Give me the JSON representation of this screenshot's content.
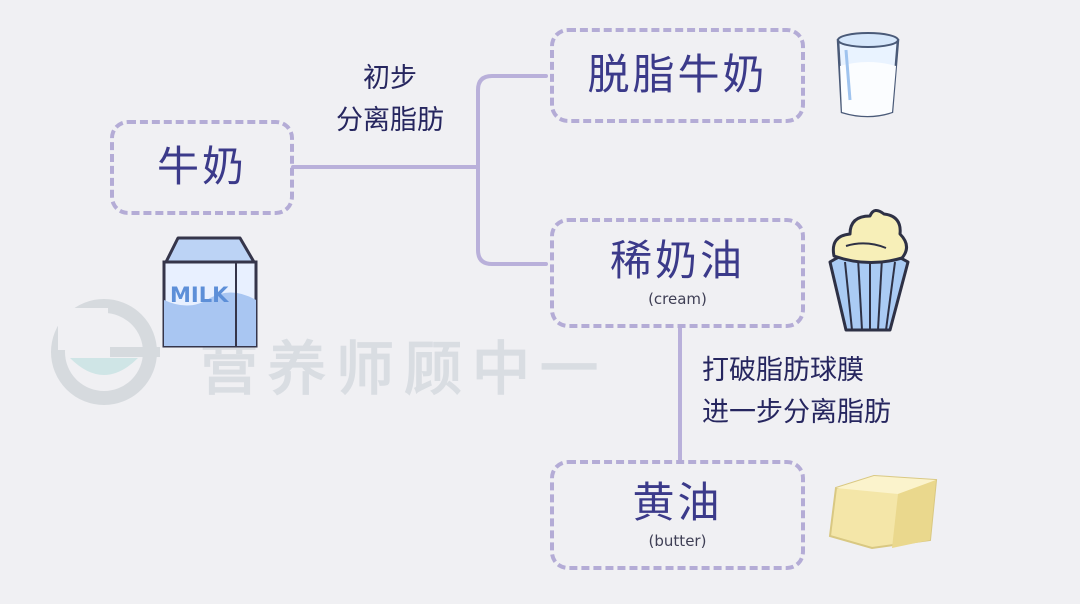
{
  "nodes": {
    "milk": {
      "label": "牛奶"
    },
    "skim_milk": {
      "label": "脱脂牛奶"
    },
    "cream": {
      "label": "稀奶油",
      "sub": "(cream)"
    },
    "butter": {
      "label": "黄油",
      "sub": "(butter)"
    }
  },
  "edges": {
    "initial": {
      "line1": "初步",
      "line2": "分离脂肪"
    },
    "further": {
      "line1": "打破脂肪球膜",
      "line2": "进一步分离脂肪"
    }
  },
  "illustrations": {
    "milk_carton": {
      "text": "MILK",
      "icon": "milk-carton-icon"
    },
    "glass_of_milk": {
      "icon": "glass-of-milk-icon"
    },
    "cupcake": {
      "icon": "cupcake-icon"
    },
    "butter_block": {
      "icon": "butter-block-icon"
    }
  },
  "watermark": {
    "text": "营养师顾中一"
  },
  "colors": {
    "box_border": "#b4acd6",
    "connector": "#b9b0da",
    "node_text": "#3b3a8a"
  }
}
